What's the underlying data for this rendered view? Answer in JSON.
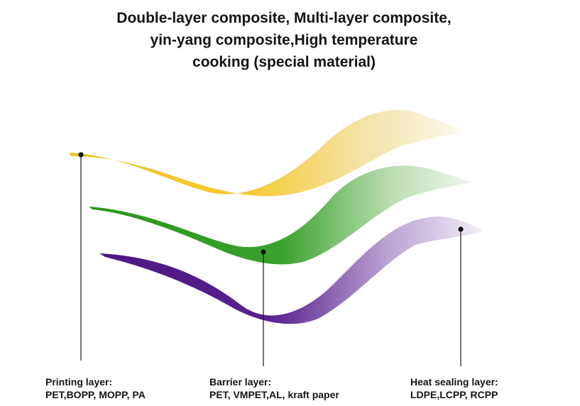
{
  "title": {
    "lines": [
      "Double-layer composite, Multi-layer composite,",
      "yin-yang composite,High temperature",
      "cooking (special material)"
    ]
  },
  "layers": [
    {
      "id": "printing",
      "name": "Printing layer:",
      "materials": "PET,BOPP, MOPP, PA",
      "color": "#f2c31e"
    },
    {
      "id": "barrier",
      "name": "Barrier layer:",
      "materials": "PET, VMPET,AL, kraft paper",
      "color": "#2e9a22"
    },
    {
      "id": "heat",
      "name": "Heat sealing layer:",
      "materials": "LDPE,LCPP, RCPP",
      "color": "#4e1a84"
    }
  ]
}
